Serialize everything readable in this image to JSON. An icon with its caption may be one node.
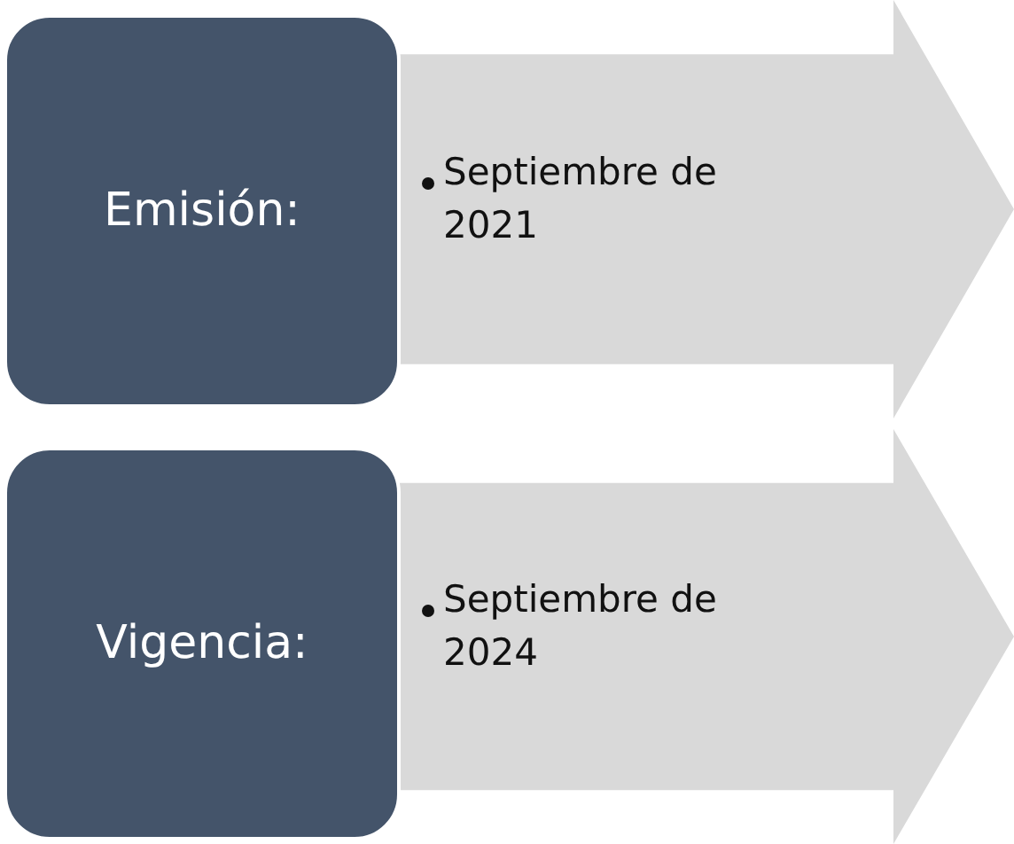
{
  "diagram": {
    "nodes": [
      {
        "text": [
          "Emisión:"
        ]
      },
      {
        "text": [
          "Septiembre de 2021"
        ]
      },
      {
        "text": [
          "Vigencia:"
        ]
      },
      {
        "text": [
          "Septiembre de 2024"
        ]
      }
    ],
    "edges": []
  }
}
